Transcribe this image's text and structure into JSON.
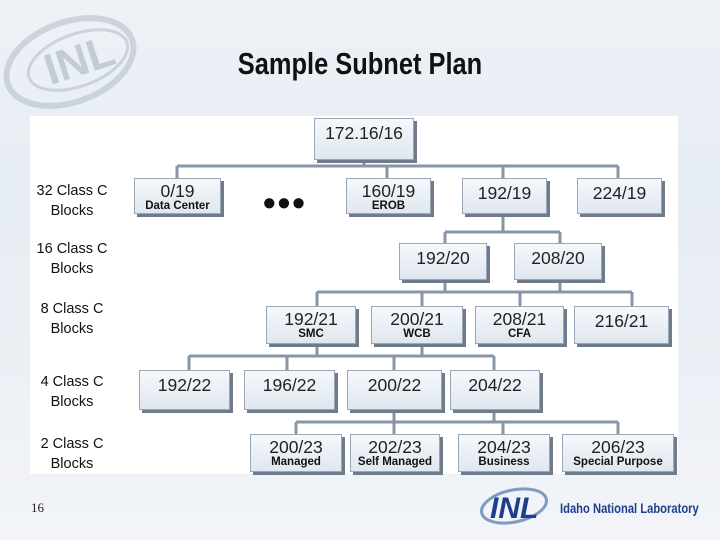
{
  "slide": {
    "title": "Sample Subnet Plan",
    "page_number": "16",
    "footer_logo_text": "Idaho National Laboratory",
    "logo_mark": "INL"
  },
  "row_labels": [
    "32 Class C Blocks",
    "16 Class C Blocks",
    "8 Class C Blocks",
    "4 Class C Blocks",
    "2 Class C Blocks"
  ],
  "ellipsis": "•••",
  "nodes": {
    "root": {
      "cidr": "172.16/16",
      "sub": ""
    },
    "n0_19": {
      "cidr": "0/19",
      "sub": "Data Center"
    },
    "n160_19": {
      "cidr": "160/19",
      "sub": "EROB"
    },
    "n192_19": {
      "cidr": "192/19",
      "sub": ""
    },
    "n224_19": {
      "cidr": "224/19",
      "sub": ""
    },
    "n192_20": {
      "cidr": "192/20",
      "sub": ""
    },
    "n208_20": {
      "cidr": "208/20",
      "sub": ""
    },
    "n192_21": {
      "cidr": "192/21",
      "sub": "SMC"
    },
    "n200_21": {
      "cidr": "200/21",
      "sub": "WCB"
    },
    "n208_21": {
      "cidr": "208/21",
      "sub": "CFA"
    },
    "n216_21": {
      "cidr": "216/21",
      "sub": ""
    },
    "n192_22": {
      "cidr": "192/22",
      "sub": ""
    },
    "n196_22": {
      "cidr": "196/22",
      "sub": ""
    },
    "n200_22": {
      "cidr": "200/22",
      "sub": ""
    },
    "n204_22": {
      "cidr": "204/22",
      "sub": ""
    },
    "n200_23": {
      "cidr": "200/23",
      "sub": "Managed"
    },
    "n202_23": {
      "cidr": "202/23",
      "sub": "Self Managed"
    },
    "n204_23": {
      "cidr": "204/23",
      "sub": "Business"
    },
    "n206_23": {
      "cidr": "206/23",
      "sub": "Special Purpose"
    }
  }
}
